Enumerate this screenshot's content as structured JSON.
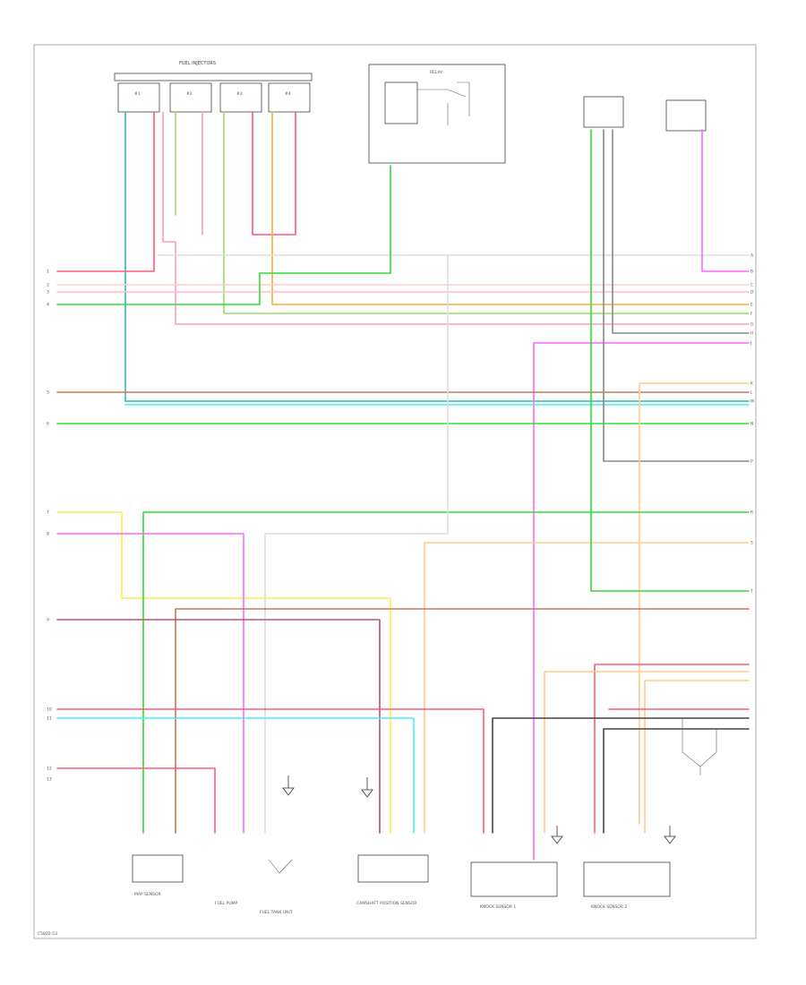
{
  "colors": {
    "red": "#ff5a78",
    "pink": "#ff9eb4",
    "green": "#33dd33",
    "yellowgreen": "#99dd66",
    "cyan": "#44eeff",
    "teal": "#33bbaa",
    "brown": "#c87850",
    "tan": "#ffcc88",
    "yellow": "#ffee44",
    "violet": "#ff66ff",
    "gray": "#888888",
    "darkgray": "#444444",
    "white": "#dddddd",
    "orange": "#ffaa33"
  },
  "page_code": "C5802-53",
  "connectors_top": {
    "title": "FUEL INJECTORS",
    "items": [
      "#1",
      "#2",
      "#3",
      "#4"
    ]
  },
  "relay_box": {
    "label": "RELAY"
  },
  "bottom_components": [
    "MAP SENSOR",
    "FUEL PUMP",
    "FUEL TANK UNIT",
    "CAMSHAFT POSITION SENSOR",
    "KNOCK SENSOR 1",
    "KNOCK SENSOR 2"
  ],
  "left_pins": [
    "1",
    "2",
    "3",
    "4",
    "5",
    "6",
    "7",
    "8",
    "9",
    "10",
    "11",
    "12",
    "13"
  ],
  "right_pins": [
    "A",
    "B",
    "C",
    "D",
    "E",
    "F",
    "G",
    "H",
    "J",
    "K",
    "L",
    "M",
    "N",
    "P",
    "R",
    "S",
    "T"
  ]
}
